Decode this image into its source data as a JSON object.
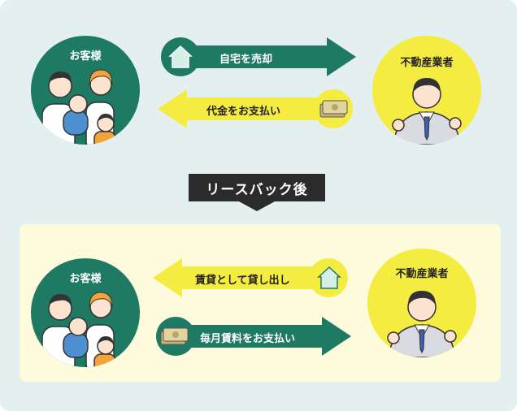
{
  "transition_label": "リースバック後",
  "top": {
    "customer_label": "お客様",
    "agent_label": "不動産業者",
    "arrow_right_label": "自宅を売却",
    "arrow_left_label": "代金をお支払い"
  },
  "bottom": {
    "customer_label": "お客様",
    "agent_label": "不動産業者",
    "arrow_left_label": "賃貸として貸し出し",
    "arrow_right_label": "毎月賃料をお支払い"
  },
  "colors": {
    "green": "#1f7a64",
    "yellow": "#f5ec42",
    "background": "#e4efef",
    "section_bg": "#fdfbdc"
  },
  "icons": [
    "house-icon",
    "money-icon",
    "family-illustration",
    "businessman-illustration"
  ]
}
